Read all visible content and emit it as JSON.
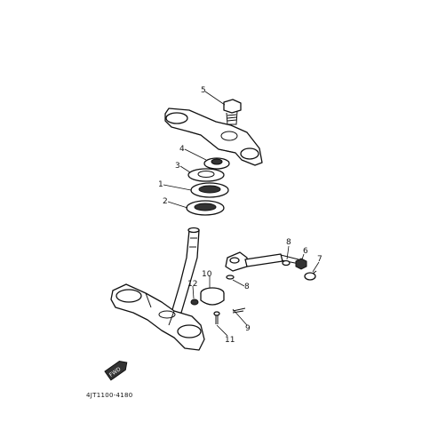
{
  "diagram": {
    "callouts": [
      {
        "id": "c5",
        "label": "5",
        "part": "stem-bolt"
      },
      {
        "id": "c4",
        "label": "4",
        "part": "ring-nut"
      },
      {
        "id": "c3",
        "label": "3",
        "part": "bearing-cover"
      },
      {
        "id": "c1",
        "label": "1",
        "part": "upper-bearing"
      },
      {
        "id": "c2",
        "label": "2",
        "part": "lower-bearing"
      },
      {
        "id": "c8a",
        "label": "8",
        "part": "washer"
      },
      {
        "id": "c6",
        "label": "6",
        "part": "nut"
      },
      {
        "id": "c7",
        "label": "7",
        "part": "bolt"
      },
      {
        "id": "c10",
        "label": "10",
        "part": "clamp-bracket"
      },
      {
        "id": "c8b",
        "label": "8",
        "part": "small-washer"
      },
      {
        "id": "c12",
        "label": "12",
        "part": "nut"
      },
      {
        "id": "c9",
        "label": "9",
        "part": "cotter-pin"
      },
      {
        "id": "c11",
        "label": "11",
        "part": "bolt"
      }
    ],
    "drawing_code": "4JT1100-4180",
    "orientation_badge": "FWD"
  }
}
